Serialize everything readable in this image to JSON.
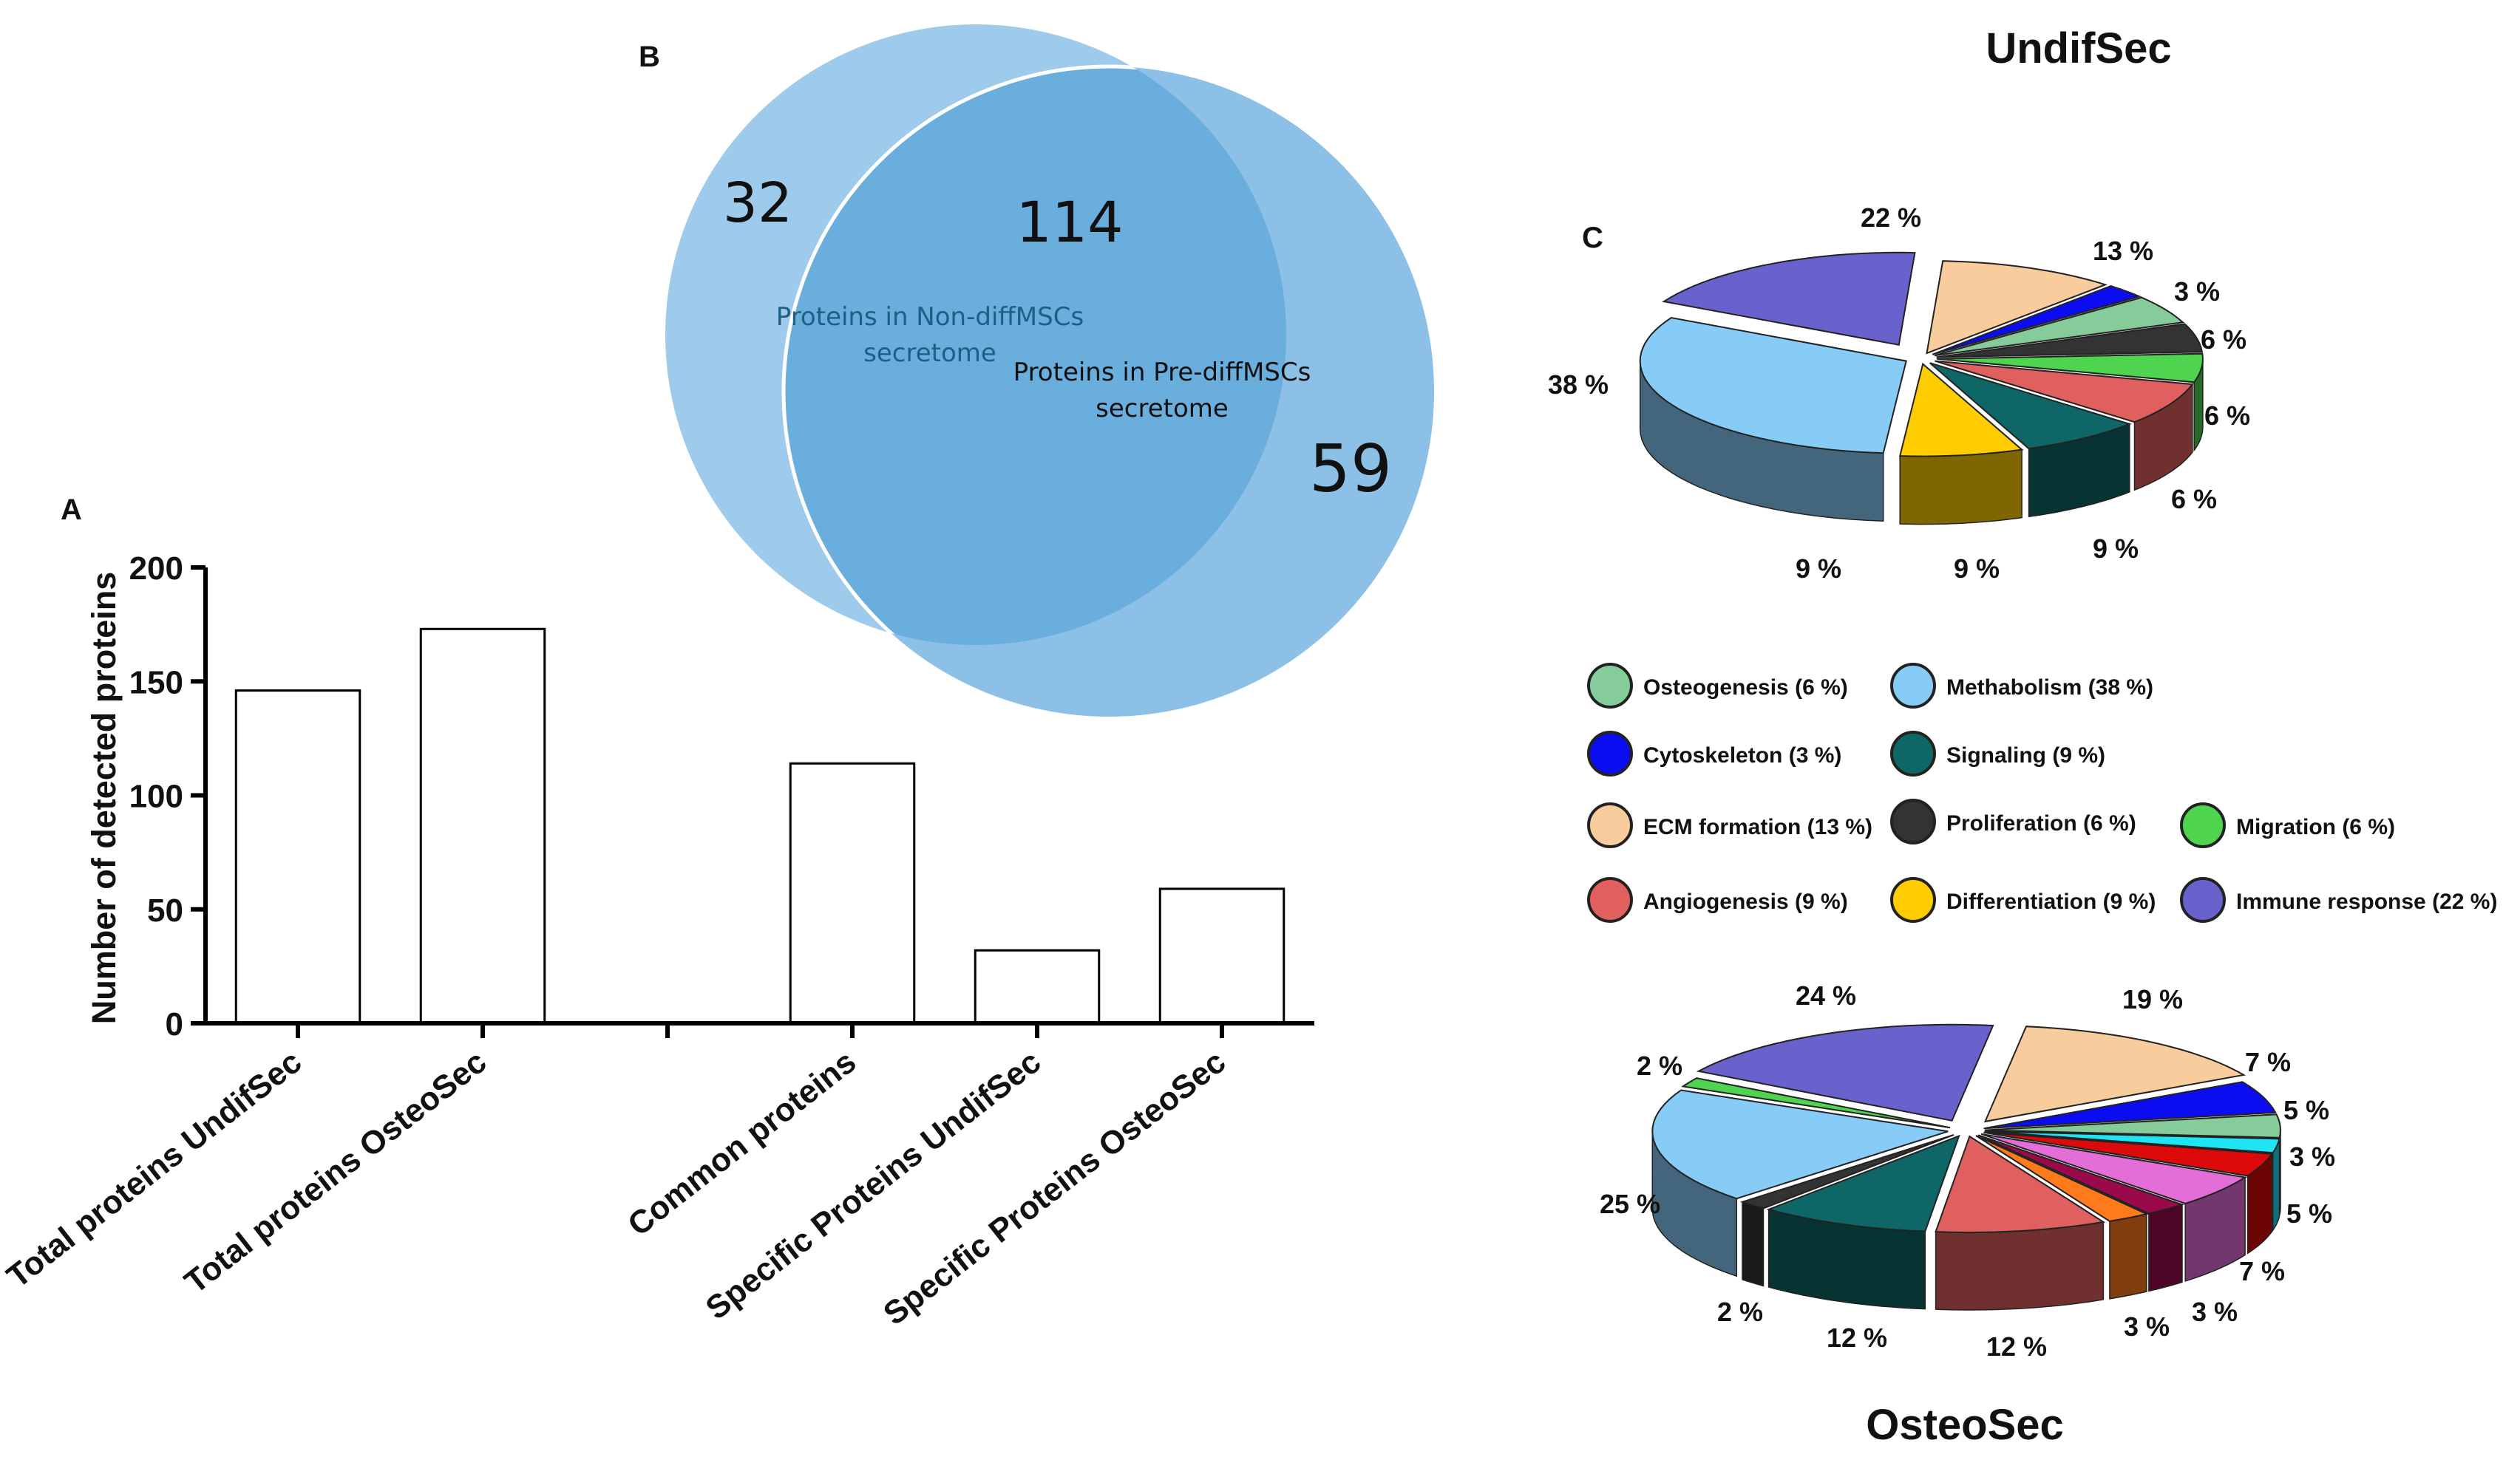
{
  "panel_labels": {
    "a": "A",
    "b": "B",
    "c": "C"
  },
  "pie_titles": {
    "top": "UndifSec",
    "bottom": "OsteoSec"
  },
  "colors": {
    "venn_left": "#9ecbeb",
    "venn_right": "#8cc0e6",
    "venn_overlap": "#6aaedd",
    "venn_label": "#1f5f86",
    "bar_fill": "#ffffff",
    "bar_stroke": "#000000"
  },
  "venn": {
    "left_only": "32",
    "common": "114",
    "right_only": "59",
    "left_label_line1": "Proteins in Non-diffMSCs",
    "left_label_line2": "secretome",
    "right_label_line1": "Proteins in Pre-diffMSCs",
    "right_label_line2": "secretome"
  },
  "legend": [
    {
      "label": "Osteogenesis (6 %)",
      "color": "#86cc9a"
    },
    {
      "label": "Methabolism (38 %)",
      "color": "#86ccf7"
    },
    {
      "label": "Cytoskeleton (3 %)",
      "color": "#0c0cf0"
    },
    {
      "label": "Signaling (9 %)",
      "color": "#0e6666"
    },
    {
      "label": "ECM formation (13 %)",
      "color": "#f9cc9e"
    },
    {
      "label": "Proliferation (6 %)",
      "color": "#333333"
    },
    {
      "label": "Migration (6 %)",
      "color": "#4ed44e"
    },
    {
      "label": "Angiogenesis (9 %)",
      "color": "#e06060"
    },
    {
      "label": "Differentiation (9 %)",
      "color": "#ffcc00"
    },
    {
      "label": "Immune response (22 %)",
      "color": "#6a62cc"
    }
  ],
  "chart_data": [
    {
      "type": "bar",
      "ylabel": "Number of detected proteins",
      "ylim": [
        0,
        200
      ],
      "yticks": [
        "0",
        "50",
        "100",
        "150",
        "200"
      ],
      "categories": [
        "Total proteins UndifSec",
        "Total proteins OsteoSec",
        "",
        "Common proteins",
        "Specific Proteins UndifSec",
        "Specific Proteins OsteoSec"
      ],
      "values": [
        146,
        173,
        null,
        114,
        32,
        59
      ]
    },
    {
      "type": "pie",
      "title": "UndifSec",
      "slices": [
        {
          "label": "Immune response",
          "value": 22,
          "text": "22 %",
          "color": "#6a62cc"
        },
        {
          "label": "ECM formation",
          "value": 13,
          "text": "13 %",
          "color": "#f9cc9e"
        },
        {
          "label": "Cytoskeleton",
          "value": 3,
          "text": "3 %",
          "color": "#0c0cf0"
        },
        {
          "label": "Osteogenesis",
          "value": 6,
          "text": "6 %",
          "color": "#86cc9a"
        },
        {
          "label": "Proliferation",
          "value": 6,
          "text": "6 %",
          "color": "#333333"
        },
        {
          "label": "Migration",
          "value": 6,
          "text": "6 %",
          "color": "#4ed44e"
        },
        {
          "label": "Angiogenesis",
          "value": 9,
          "text": "9 %",
          "color": "#e06060"
        },
        {
          "label": "Signaling",
          "value": 9,
          "text": "9 %",
          "color": "#0e6666"
        },
        {
          "label": "Differentiation",
          "value": 9,
          "text": "9 %",
          "color": "#ffcc00"
        },
        {
          "label": "Methabolism",
          "value": 38,
          "text": "38 %",
          "color": "#86ccf7"
        }
      ]
    },
    {
      "type": "pie",
      "title": "OsteoSec",
      "slices": [
        {
          "value": 24,
          "text": "24 %",
          "color": "#6a62cc"
        },
        {
          "value": 19,
          "text": "19 %",
          "color": "#f9cc9e"
        },
        {
          "value": 7,
          "text": "7 %",
          "color": "#0c0cf0"
        },
        {
          "value": 5,
          "text": "5 %",
          "color": "#86cc9a"
        },
        {
          "value": 3,
          "text": "3 %",
          "color": "#1ee4f4"
        },
        {
          "value": 5,
          "text": "5 %",
          "color": "#dc0a0a"
        },
        {
          "value": 7,
          "text": "7 %",
          "color": "#e46ed8"
        },
        {
          "value": 3,
          "text": "3 %",
          "color": "#9a0a4a"
        },
        {
          "value": 3,
          "text": "3 %",
          "color": "#ff7a1a"
        },
        {
          "value": 12,
          "text": "12 %",
          "color": "#e06060"
        },
        {
          "value": 12,
          "text": "12 %",
          "color": "#0e6666"
        },
        {
          "value": 2,
          "text": "2 %",
          "color": "#333333"
        },
        {
          "value": 25,
          "text": "25 %",
          "color": "#86ccf7"
        },
        {
          "value": 2,
          "text": "2 %",
          "color": "#4ed44e"
        }
      ]
    }
  ]
}
